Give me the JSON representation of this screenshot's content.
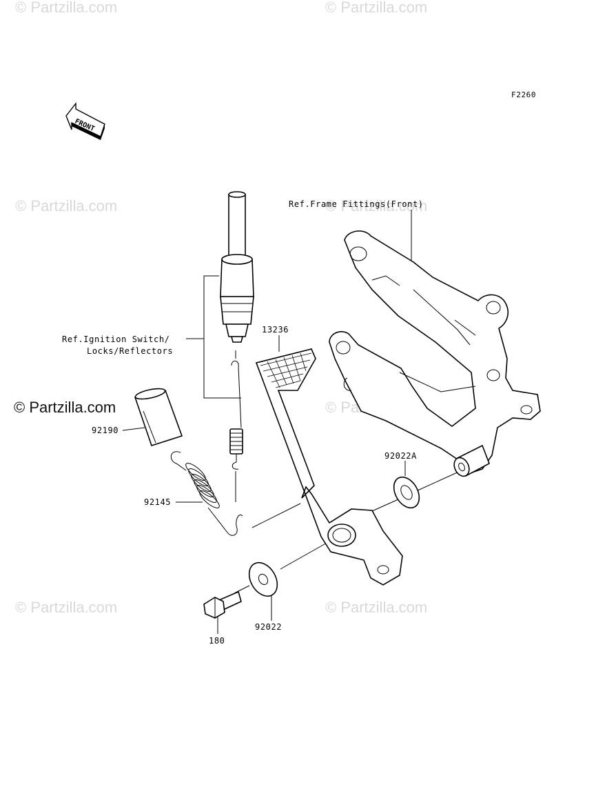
{
  "figure_code": "F2260",
  "front_arrow_text": "FRONT",
  "watermark_text": "© Partzilla.com",
  "ref_labels": {
    "frame_fittings": "Ref.Frame Fittings(Front)",
    "ignition_line1": "Ref.Ignition Switch/",
    "ignition_line2": "Locks/Reflectors"
  },
  "part_numbers": {
    "p13236": "13236",
    "p92190": "92190",
    "p92145": "92145",
    "p92022A": "92022A",
    "p92022": "92022",
    "p180": "180"
  }
}
